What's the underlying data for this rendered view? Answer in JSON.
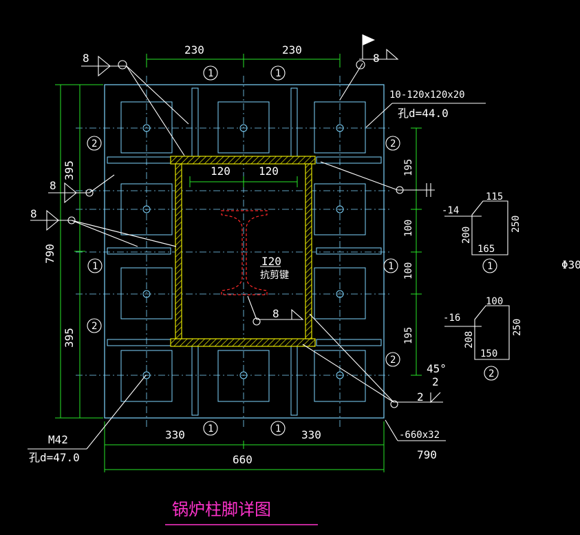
{
  "title": "锅炉柱脚详图",
  "weld_symbols": {
    "w1": "8",
    "w2": "8",
    "w3": "8",
    "w4": "8",
    "w5": "8",
    "w6": "2"
  },
  "top_dims": {
    "d1": "230",
    "d2": "230"
  },
  "inner_dims": {
    "d1": "120",
    "d2": "120"
  },
  "left_dims": {
    "total": "790",
    "upper": "395",
    "lower": "395"
  },
  "right_dims": {
    "d1": "195",
    "d2": "100",
    "d3": "100",
    "d4": "195"
  },
  "bottom_dims": {
    "d1": "330",
    "d2": "330",
    "total": "660",
    "plate_width": "790"
  },
  "gusset_label": "10-120x120x20",
  "gusset_hole": "孔d=44.0",
  "bolt_label": "M42",
  "bolt_hole": "孔d=47.0",
  "base_plate_label": "-660x32",
  "shear_key_label": "I20",
  "shear_key_note": "抗剪键",
  "angle_label": "45°",
  "part_numbers": {
    "one": "1",
    "two": "2"
  },
  "detail1": {
    "thickness": "-14",
    "top": "115",
    "right": "250",
    "left": "200",
    "bottom": "165",
    "num": "1"
  },
  "detail2": {
    "thickness": "-16",
    "top": "100",
    "right": "250",
    "left": "208",
    "bottom": "150",
    "num": "2"
  },
  "edge_text": "Φ30",
  "colors": {
    "background": "#000000",
    "plate": "#7fd6ff",
    "dimension": "#27e627",
    "title": "#ff33cc",
    "hatch": "#e6e600",
    "shear_key": "#ff2a2a"
  }
}
